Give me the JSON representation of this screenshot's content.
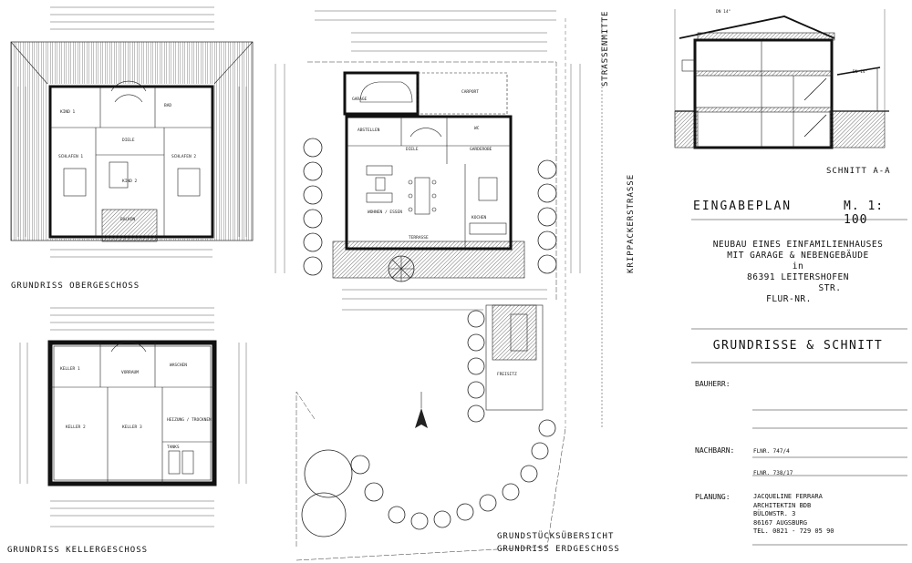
{
  "labels": {
    "plan_og": "GRUNDRISS OBERGESCHOSS",
    "plan_kg": "GRUNDRISS KELLERGESCHOSS",
    "plan_eg_1": "GRUNDSTÜCKSÜBERSICHT",
    "plan_eg_2": "GRUNDRISS ERDGESCHOSS",
    "section": "SCHNITT A-A",
    "street_center": "STRASSENMITTE",
    "street_name": "KRIPPACKERSTRASSE",
    "dn_1": "DN 14°",
    "dn_2": "DN 14°"
  },
  "title_block": {
    "heading": "EINGABEPLAN",
    "scale": "M. 1: 100",
    "desc_1": "NEUBAU EINES EINFAMILIENHAUSES",
    "desc_2": "MIT GARAGE & NEBENGEBÄUDE",
    "desc_3": "in",
    "desc_4": "86391 LEITERSHOFEN",
    "desc_5": "STR.",
    "desc_6": "FLUR-NR.",
    "subtitle": "GRUNDRISSE & SCHNITT",
    "bauherr": "BAUHERR:",
    "nachbarn": "NACHBARN:",
    "flur_1": "FLNR. 747/4",
    "flur_2": "FLNR. 738/17",
    "planung": "PLANUNG:",
    "planner_1": "JACQUELINE FERRARA",
    "planner_2": "ARCHITEKTIN BDB",
    "planner_3": "BÜLOWSTR. 3",
    "planner_4": "86167 AUGSBURG",
    "planner_5": "TEL. 0821 - 729 05 90"
  },
  "rooms_og": {
    "bad": "BAD",
    "kind1": "KIND 1",
    "diele": "DIELE",
    "schlafen1": "SCHLAFEN 1",
    "schlafen2": "SCHLAFEN 2",
    "kind2": "KIND 2",
    "balkon": "BALKON"
  },
  "rooms_eg": {
    "garage": "GARAGE",
    "carport": "CARPORT",
    "abstellen": "ABSTELLEN",
    "diele": "DIELE",
    "wc": "WC",
    "garderobe": "GARDEROBE",
    "wohnen": "WOHNEN / ESSEN",
    "kochen": "KOCHEN",
    "terrasse": "TERRASSE",
    "freisitz": "FREISITZ"
  },
  "rooms_kg": {
    "keller1": "KELLER 1",
    "vorraum": "VORRAUM",
    "waschen": "WASCHEN",
    "keller2": "KELLER 2",
    "keller3": "KELLER 3",
    "heizung": "HEIZUNG / TROCKNEN",
    "tank": "TANKS"
  }
}
